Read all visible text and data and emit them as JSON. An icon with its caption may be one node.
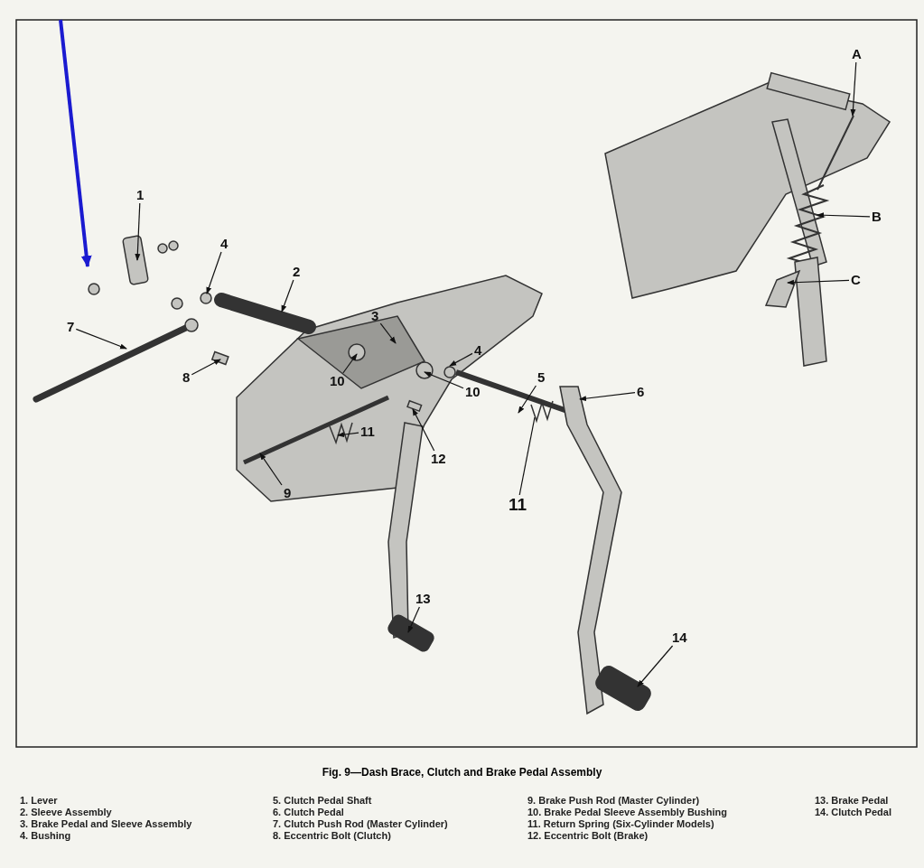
{
  "diagram": {
    "caption": "Fig. 9—Dash Brace, Clutch and Brake Pedal Assembly",
    "nodes": [
      {
        "text": [
          "A"
        ]
      },
      {
        "text": [
          "1"
        ]
      },
      {
        "text": [
          "B"
        ]
      },
      {
        "text": [
          "4"
        ]
      },
      {
        "text": [
          "2"
        ]
      },
      {
        "text": [
          "C"
        ]
      },
      {
        "text": [
          "3"
        ]
      },
      {
        "text": [
          "7"
        ]
      },
      {
        "text": [
          "4"
        ]
      },
      {
        "text": [
          "10"
        ]
      },
      {
        "text": [
          "5"
        ]
      },
      {
        "text": [
          "8"
        ]
      },
      {
        "text": [
          "6"
        ]
      },
      {
        "text": [
          "10"
        ]
      },
      {
        "text": [
          "11"
        ]
      },
      {
        "text": [
          "12"
        ]
      },
      {
        "text": [
          "9"
        ]
      },
      {
        "text": [
          "11"
        ]
      },
      {
        "text": [
          "13"
        ]
      },
      {
        "text": [
          "14"
        ]
      }
    ],
    "edges": [
      {
        "from": 0,
        "to": null,
        "arrow": "to"
      },
      {
        "from": 1,
        "to": null,
        "arrow": "to"
      },
      {
        "from": 2,
        "to": null,
        "arrow": "to"
      },
      {
        "from": 3,
        "to": null,
        "arrow": "to"
      },
      {
        "from": 4,
        "to": null,
        "arrow": "to"
      },
      {
        "from": 5,
        "to": null,
        "arrow": "to"
      },
      {
        "from": 6,
        "to": null,
        "arrow": "to"
      },
      {
        "from": 7,
        "to": null,
        "arrow": "to"
      },
      {
        "from": 8,
        "to": null,
        "arrow": "to"
      },
      {
        "from": 9,
        "to": null,
        "arrow": "to"
      },
      {
        "from": 10,
        "to": null,
        "arrow": "to"
      },
      {
        "from": 11,
        "to": null,
        "arrow": "to"
      },
      {
        "from": 12,
        "to": null,
        "arrow": "to"
      },
      {
        "from": 13,
        "to": null,
        "arrow": "to"
      },
      {
        "from": 14,
        "to": null,
        "arrow": "to"
      },
      {
        "from": 15,
        "to": null,
        "arrow": "to"
      },
      {
        "from": 16,
        "to": null,
        "arrow": "to"
      },
      {
        "from": 17,
        "to": null,
        "arrow": "none"
      },
      {
        "from": 18,
        "to": null,
        "arrow": "to"
      },
      {
        "from": 19,
        "to": null,
        "arrow": "to"
      }
    ],
    "labels": [
      "1. Lever",
      "2. Sleeve Assembly",
      "3. Brake Pedal and Sleeve Assembly",
      "4. Bushing",
      "5. Clutch Pedal Shaft",
      "6. Clutch Pedal",
      "7. Clutch Push Rod (Master Cylinder)",
      "8. Eccentric Bolt (Clutch)",
      "9. Brake Push Rod (Master Cylinder)",
      "10. Brake Pedal Sleeve Assembly Bushing",
      "11. Return Spring (Six-Cylinder Models)",
      "12. Eccentric Bolt (Brake)",
      "13. Brake Pedal",
      "14. Clutch Pedal"
    ]
  }
}
